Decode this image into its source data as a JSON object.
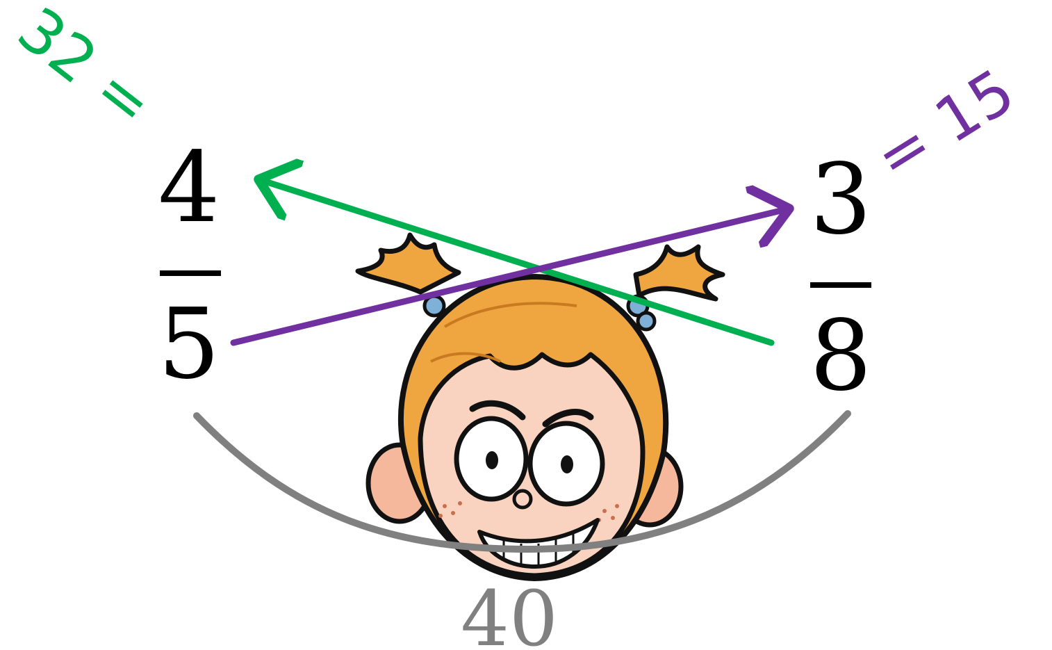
{
  "fraction_left": {
    "numerator": "4",
    "denominator": "5"
  },
  "fraction_right": {
    "numerator": "3",
    "denominator": "8"
  },
  "cross_products": {
    "left_label": "32 =",
    "right_label": "= 15",
    "bottom_label": "40"
  },
  "colors": {
    "left_arrow": "#00b050",
    "right_arrow": "#7030a0",
    "bottom_arc": "#808080",
    "digits": "#000000",
    "hair": "#f0a640",
    "skin": "#f9d3bf"
  },
  "icons": {
    "character": "girl-face-icon"
  }
}
